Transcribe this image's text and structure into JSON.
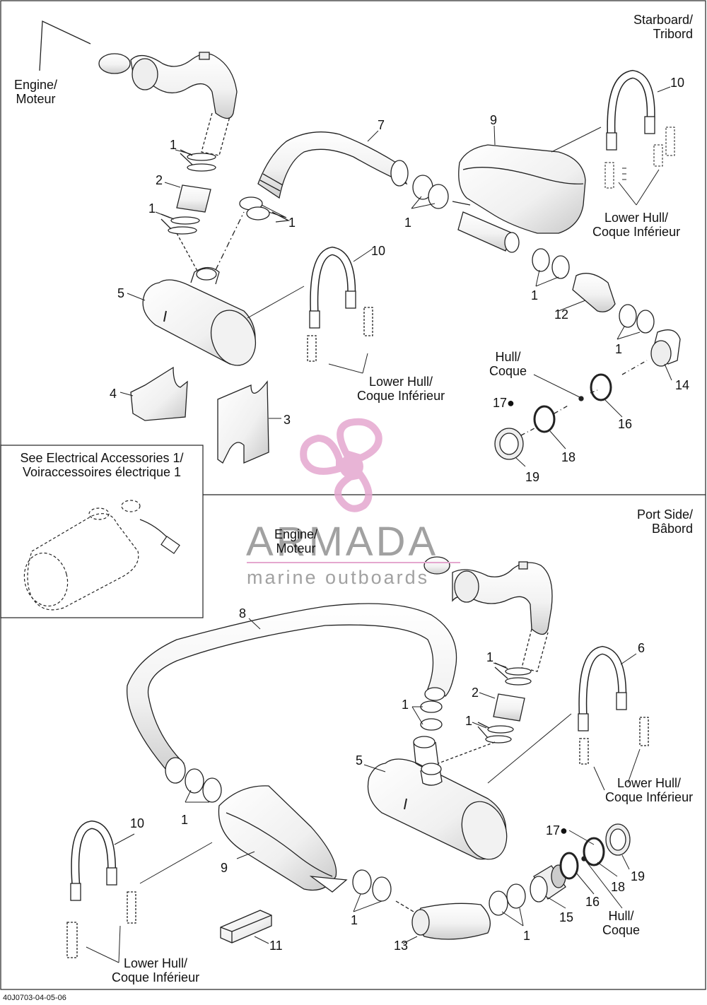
{
  "diagram_code": "40J0703-04-05-06",
  "watermark": {
    "brand": "ARMADA",
    "tagline": "marine outboards",
    "color": "#e5a7cf",
    "text_color": "#8a8a8a"
  },
  "inset": {
    "line1": "See Electrical Accessories 1/",
    "line2": "Voiraccessoires électrique 1"
  },
  "starboard": {
    "side_line1": "Starboard/",
    "side_line2": "Tribord",
    "engine_line1": "Engine/",
    "engine_line2": "Moteur",
    "lower_hull_a_line1": "Lower Hull/",
    "lower_hull_a_line2": "Coque Inférieur",
    "lower_hull_b_line1": "Lower Hull/",
    "lower_hull_b_line2": "Coque Inférieur",
    "hull_line1": "Hull/",
    "hull_line2": "Coque",
    "callouts": [
      "1",
      "2",
      "1",
      "7",
      "9",
      "10",
      "1",
      "1",
      "5",
      "10",
      "1",
      "12",
      "1",
      "14",
      "4",
      "3",
      "17",
      "16",
      "18",
      "19"
    ]
  },
  "port": {
    "side_line1": "Port Side/",
    "side_line2": "Bâbord",
    "engine_line1": "Engine/",
    "engine_line2": "Moteur",
    "lower_hull_a_line1": "Lower Hull/",
    "lower_hull_a_line2": "Coque Inférieur",
    "lower_hull_b_line1": "Lower Hull/",
    "lower_hull_b_line2": "Coque Inférieur",
    "hull_line1": "Hull/",
    "hull_line2": "Coque",
    "callouts": [
      "8",
      "1",
      "2",
      "1",
      "6",
      "1",
      "5",
      "1",
      "10",
      "17",
      "9",
      "18",
      "19",
      "16",
      "1",
      "15",
      "1",
      "11",
      "13"
    ]
  }
}
